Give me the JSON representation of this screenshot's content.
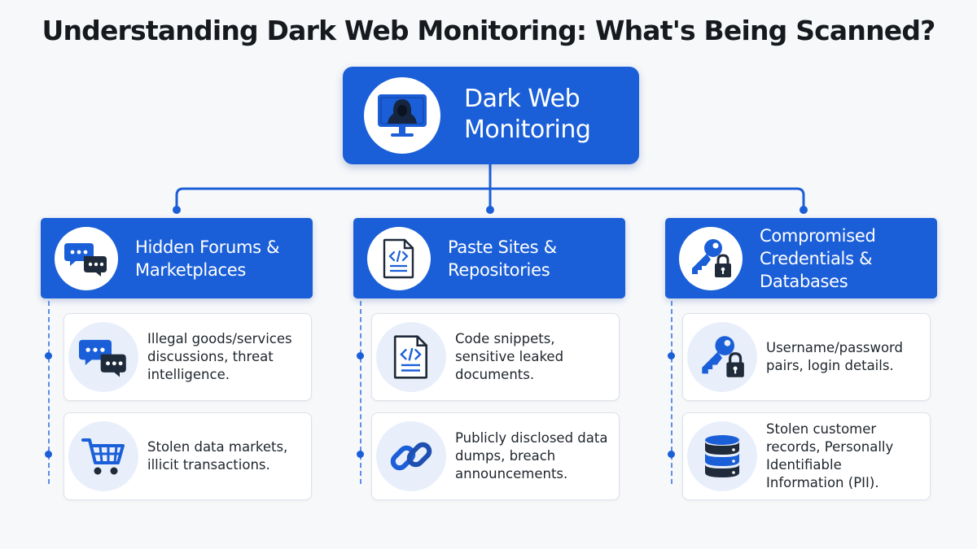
{
  "title": "Understanding Dark Web Monitoring: What's Being Scanned?",
  "root": {
    "label_line1": "Dark Web",
    "label_line2": "Monitoring",
    "icon": "hooded-hacker-monitor-icon"
  },
  "categories": [
    {
      "label_lines": [
        "Hidden Forums &",
        "Marketplaces"
      ],
      "icon": "chat-bubbles-icon",
      "items": [
        {
          "text": "Illegal goods/services discussions, threat intelligence.",
          "icon": "chat-bubbles-icon"
        },
        {
          "text": "Stolen data markets, illicit transactions.",
          "icon": "shopping-cart-icon"
        }
      ]
    },
    {
      "label_lines": [
        "Paste Sites &",
        "Repositories"
      ],
      "icon": "code-document-icon",
      "items": [
        {
          "text": "Code snippets, sensitive leaked documents.",
          "icon": "code-document-icon"
        },
        {
          "text": "Publicly disclosed data dumps, breach announcements.",
          "icon": "chain-link-icon"
        }
      ]
    },
    {
      "label_lines": [
        "Compromised",
        "Credentials &",
        "Databases"
      ],
      "icon": "key-lock-icon",
      "items": [
        {
          "text": "Username/password pairs, login details.",
          "icon": "key-lock-icon"
        },
        {
          "text": "Stolen customer records, Personally Identifiable Information (PII).",
          "icon": "database-icon"
        }
      ]
    }
  ],
  "colors": {
    "primary": "#1b5fd8",
    "connector": "#1b5fd8",
    "card_badge_bg": "#e8effb",
    "icon_dark": "#1f2a3a"
  }
}
